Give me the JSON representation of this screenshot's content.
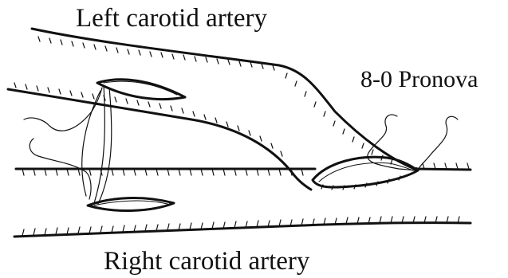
{
  "labels": {
    "left_carotid": "Left carotid artery",
    "suture": "8-0 Pronova",
    "right_carotid": "Right carotid artery"
  },
  "colors": {
    "ink": "#111111",
    "background": "#ffffff"
  }
}
